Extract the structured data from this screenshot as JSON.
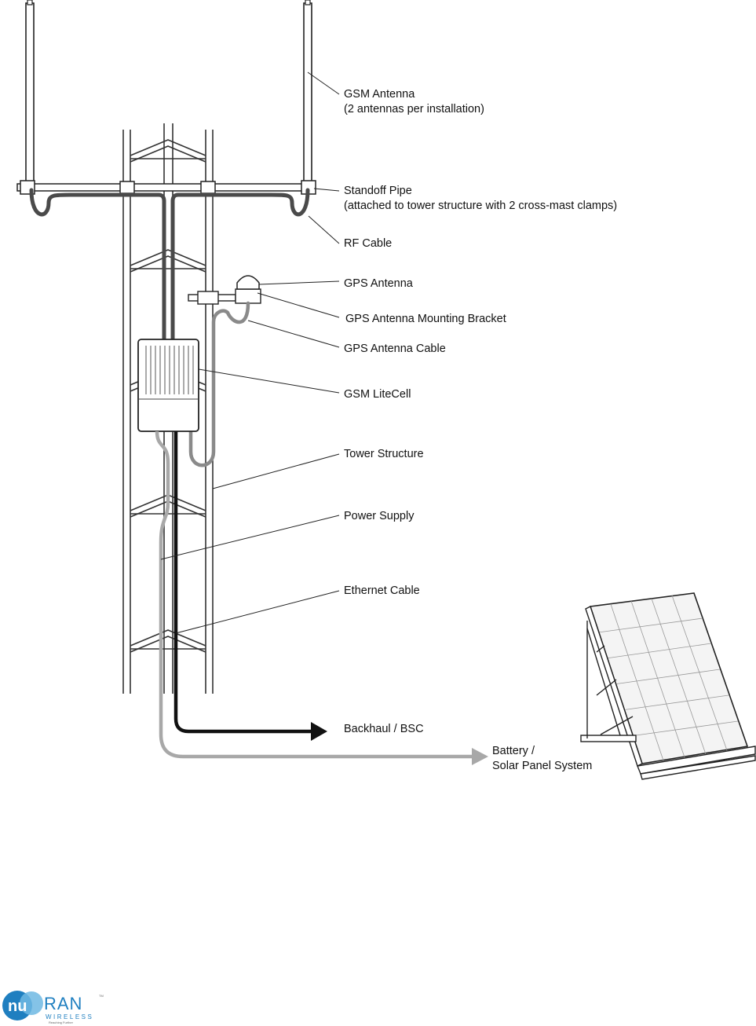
{
  "labels": {
    "gsm_antenna": {
      "line1": "GSM Antenna",
      "line2": "(2 antennas per installation)"
    },
    "standoff_pipe": {
      "line1": "Standoff Pipe",
      "line2": "(attached to tower structure with 2 cross-mast clamps)"
    },
    "rf_cable": "RF Cable",
    "gps_antenna": "GPS Antenna",
    "gps_bracket": "GPS Antenna Mounting Bracket",
    "gps_cable": "GPS Antenna Cable",
    "gsm_litecell": "GSM LiteCell",
    "tower_structure": "Tower Structure",
    "power_supply": "Power Supply",
    "ethernet_cable": "Ethernet Cable",
    "backhaul": "Backhaul / BSC",
    "battery": {
      "line1": "Battery /",
      "line2": "Solar Panel System"
    }
  },
  "logo": {
    "brand": "NURAN",
    "sub": "WIRELESS",
    "tagline": "Reaching Further",
    "mark": "TM"
  },
  "colors": {
    "ink": "#111111",
    "rf_cable": "#4a4a4a",
    "gps_cable": "#8a8a8a",
    "power": "#a8a8a8",
    "ethernet": "#111111",
    "logo_blue": "#1f7fc0"
  }
}
